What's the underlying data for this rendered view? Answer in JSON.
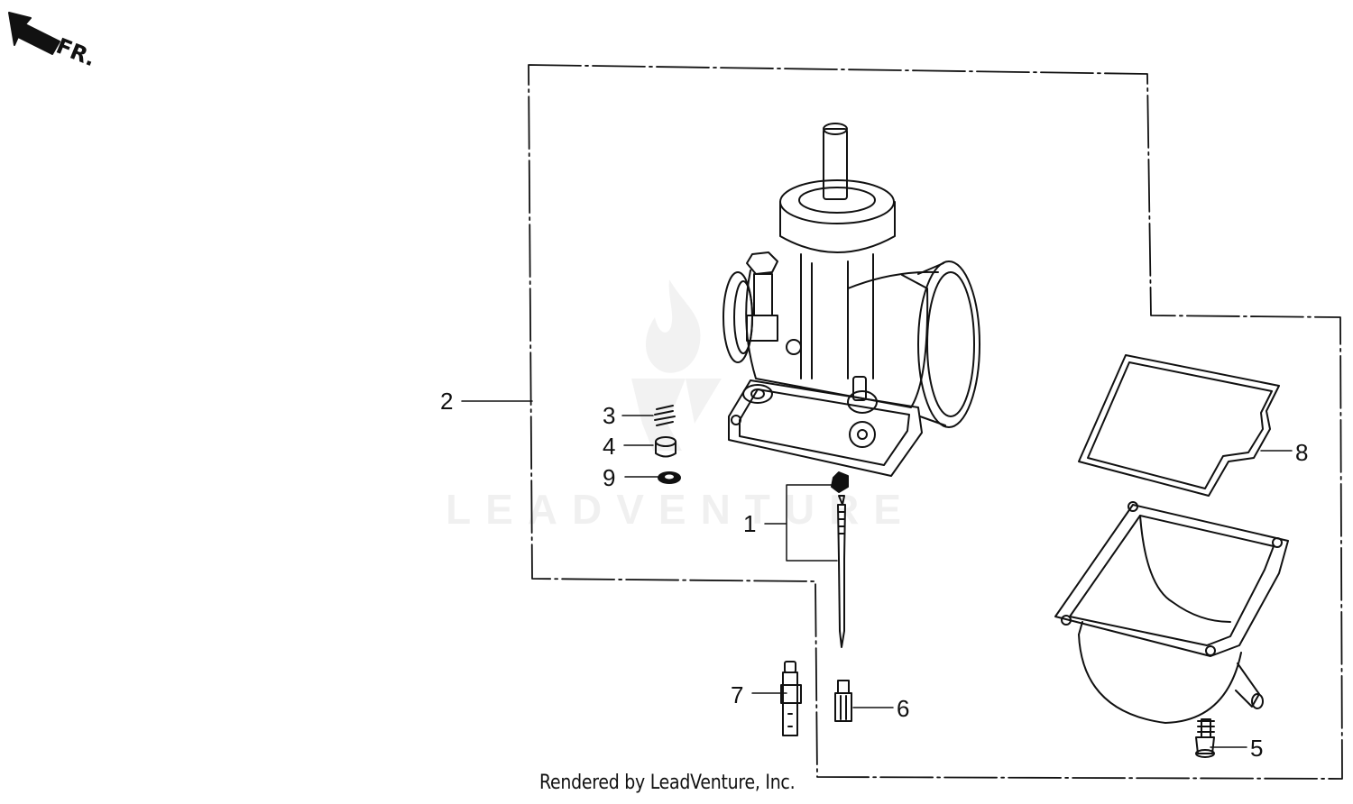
{
  "direction": {
    "label": "FR.",
    "icon": "front-direction-arrow-icon"
  },
  "watermark": {
    "text": "LEADVENTURE",
    "icon": "leadventure-flame-logo-icon"
  },
  "credit": "Rendered by LeadVenture, Inc.",
  "callouts": {
    "c1": "1",
    "c2": "2",
    "c3": "3",
    "c4": "4",
    "c5": "5",
    "c6": "6",
    "c7": "7",
    "c8": "8",
    "c9": "9"
  }
}
